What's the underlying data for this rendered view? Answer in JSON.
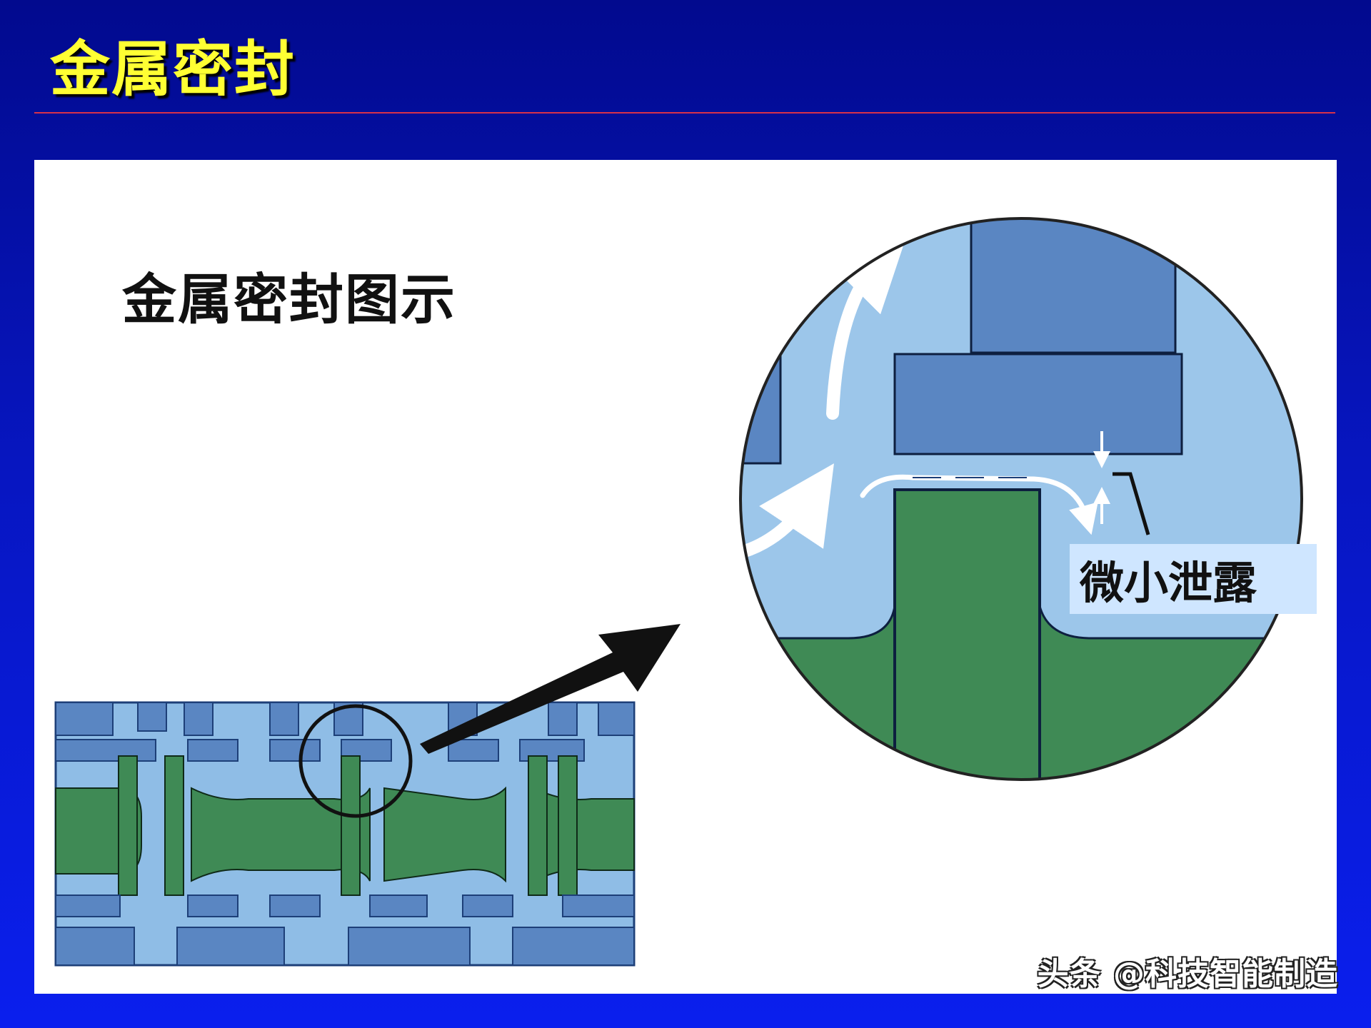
{
  "slide": {
    "title": "金属密封"
  },
  "figure": {
    "heading": "金属密封图示",
    "leak_label": "微小泄露"
  },
  "watermark": "头条 @科技智能制造",
  "colors": {
    "slide_background": "#0716c0",
    "title_text": "#ffff33",
    "rule": "#d8314a",
    "seal_green": "#3f8a55",
    "fluid_blue": "#8fbde6",
    "steel_blue": "#5a86c2"
  }
}
